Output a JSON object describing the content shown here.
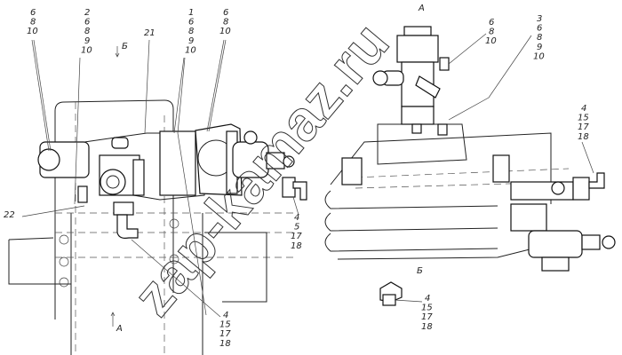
{
  "title": "Pneumatic apparatus installation drawing",
  "callouts": [
    {
      "id": "c1",
      "lines": [
        "6",
        "8",
        "10"
      ]
    },
    {
      "id": "c2",
      "lines": [
        "2",
        "6",
        "8",
        "9",
        "10"
      ]
    },
    {
      "id": "c3",
      "lines": [
        "21"
      ]
    },
    {
      "id": "c4",
      "lines": [
        "1",
        "6",
        "8",
        "9",
        "10"
      ]
    },
    {
      "id": "c5",
      "lines": [
        "6",
        "8",
        "10"
      ]
    },
    {
      "id": "c6",
      "lines": [
        "6",
        "8",
        "10"
      ]
    },
    {
      "id": "c7",
      "lines": [
        "3",
        "6",
        "8",
        "9",
        "10"
      ]
    },
    {
      "id": "c8",
      "lines": [
        "4",
        "15",
        "17",
        "18"
      ]
    },
    {
      "id": "c9",
      "lines": [
        "22"
      ]
    },
    {
      "id": "c10",
      "lines": [
        "4",
        "5",
        "17",
        "18"
      ]
    },
    {
      "id": "c11",
      "lines": [
        "4",
        "15",
        "17",
        "18"
      ]
    },
    {
      "id": "c12",
      "lines": [
        "4",
        "15",
        "17",
        "18"
      ]
    }
  ],
  "view_labels": {
    "view_b_arrow": "Б",
    "view_a_arrow": "А",
    "view_a_title": "А",
    "view_b_title": "Б"
  },
  "watermark": "zap-kamaz.ru"
}
